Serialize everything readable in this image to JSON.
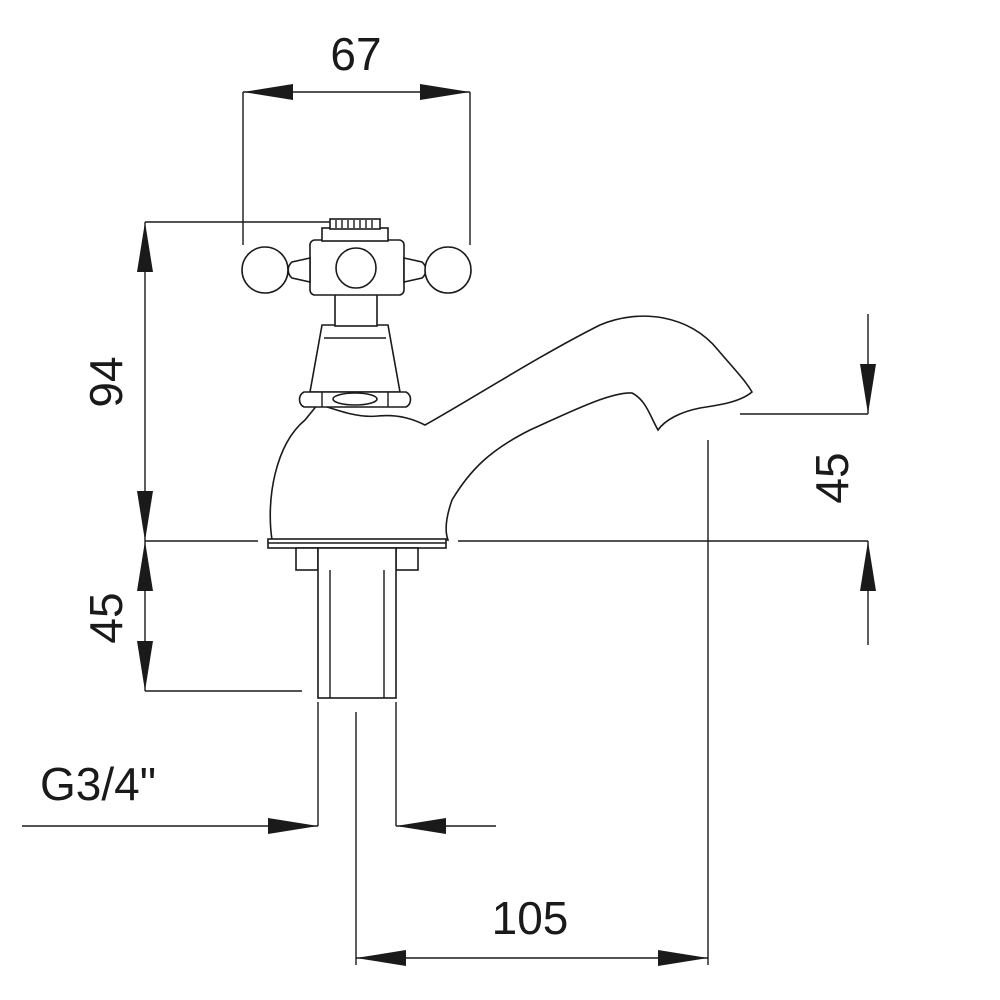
{
  "dimensions": {
    "handle_width": "67",
    "height_above_deck": "94",
    "shank_length": "45",
    "spout_height": "45",
    "spout_reach": "105",
    "thread": "G3/4\""
  }
}
